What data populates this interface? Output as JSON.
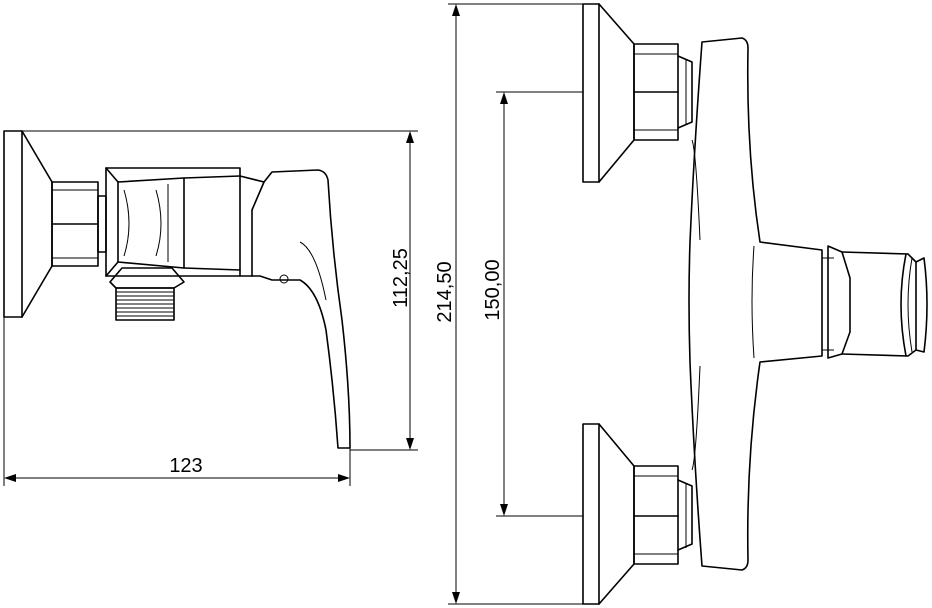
{
  "dimensions": {
    "width_label": "123",
    "height_side_label": "112,25",
    "height_total_label": "214,50",
    "centers_label": "150,00"
  }
}
